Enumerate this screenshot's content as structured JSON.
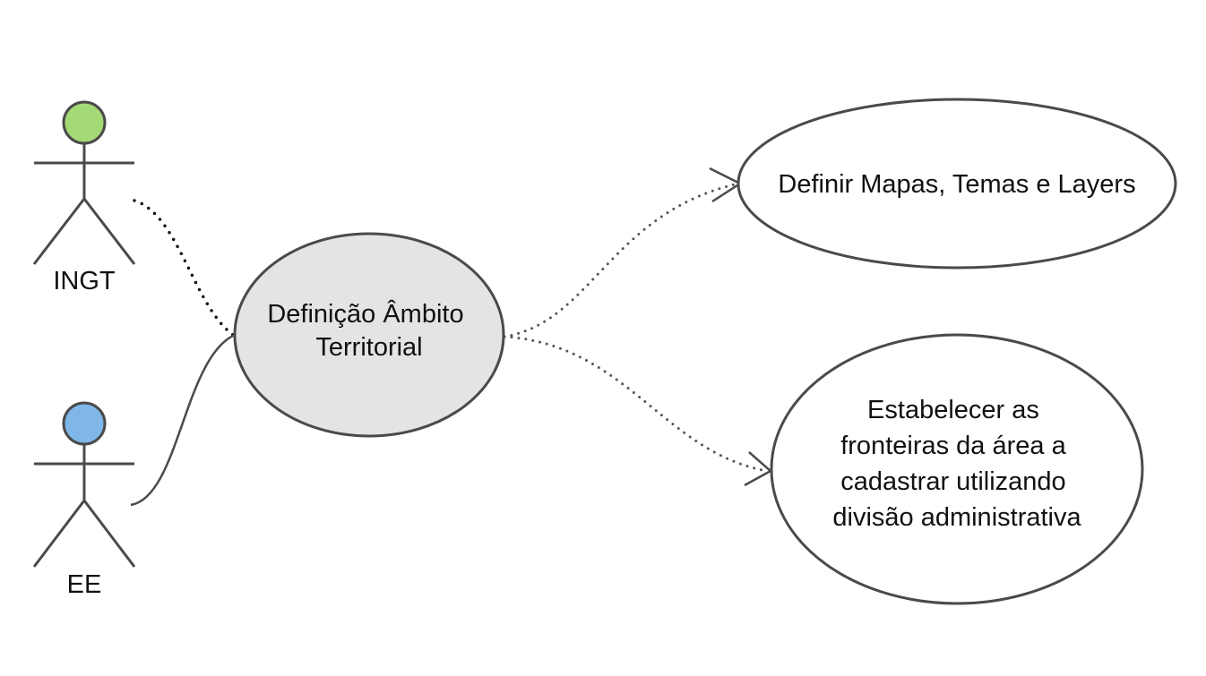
{
  "actors": [
    {
      "label": "INGT",
      "head_color": "#a4da76"
    },
    {
      "label": "EE",
      "head_color": "#7eb7e8"
    }
  ],
  "use_cases": {
    "main": {
      "lines": [
        "Definição Âmbito",
        "Territorial"
      ],
      "fill": "#e4e4e4"
    },
    "maps": {
      "lines": [
        "Definir Mapas, Temas e Layers"
      ],
      "fill": "#ffffff"
    },
    "borders": {
      "lines": [
        "Estabelecer as",
        "fronteiras da área a",
        "cadastrar utilizando",
        "divisão administrativa"
      ],
      "fill": "#ffffff"
    }
  },
  "colors": {
    "stroke": "#4a4a4a",
    "text": "#111111",
    "dotted_actor_link": "#111111",
    "dotted_extend": "#555555"
  }
}
